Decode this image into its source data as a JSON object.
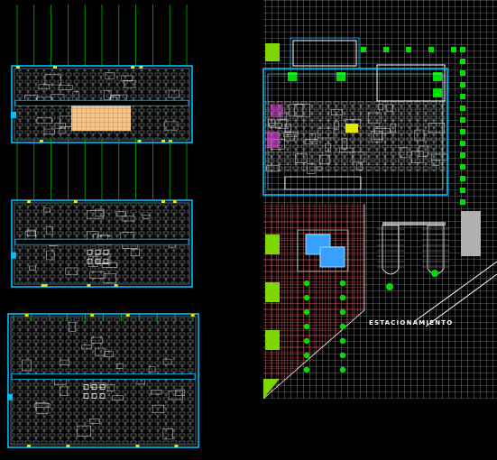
{
  "drawing": {
    "background": "#000000",
    "colors": {
      "wall": "#00bfff",
      "wall_light": "#7fe8ff",
      "grid_axis": "#00c800",
      "furniture": "#9a9a9a",
      "furniture_light": "#d8d8d8",
      "tile_grid": "#c8c8c8",
      "plaza_grid": "#ff6060",
      "planter": "#7fd600",
      "tree": "#00e000",
      "pool": "#3aa0ff",
      "floor_highlight": "#f2c38a",
      "site_line": "#ffffff",
      "accent_magenta": "#d040d0",
      "accent_yellow": "#e6e600",
      "parking_block": "#b0b0b0"
    },
    "plans": [
      {
        "id": "floor-plan-upper",
        "highlight_area": true
      },
      {
        "id": "floor-plan-middle",
        "highlight_area": false
      },
      {
        "id": "floor-plan-lower",
        "highlight_area": false
      }
    ],
    "site": {
      "parking_label": "ESTACIONAMIENTO",
      "garden_trees": 24,
      "parking_stalls": 16
    }
  }
}
